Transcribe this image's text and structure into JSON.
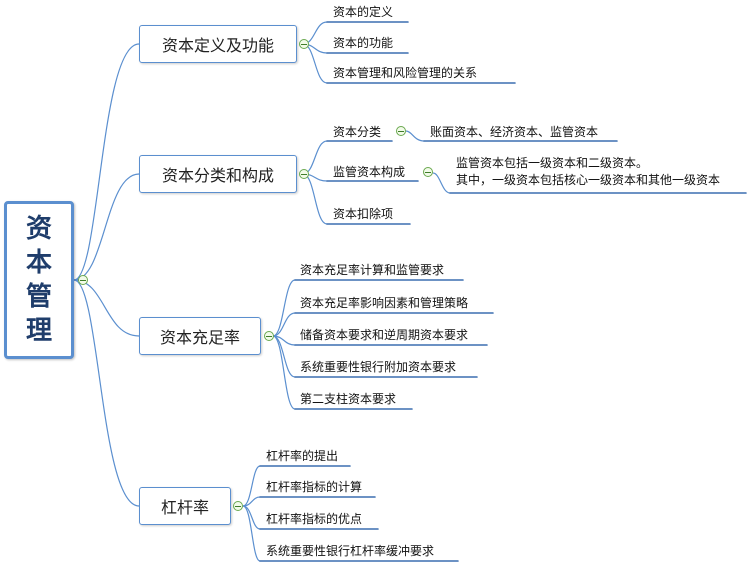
{
  "mindmap": {
    "root": {
      "label": "资本管理"
    },
    "branches": [
      {
        "label": "资本定义及功能",
        "children": [
          {
            "label": "资本的定义"
          },
          {
            "label": "资本的功能"
          },
          {
            "label": "资本管理和风险管理的关系"
          }
        ]
      },
      {
        "label": "资本分类和构成",
        "children": [
          {
            "label": "资本分类",
            "children": [
              {
                "label": "账面资本、经济资本、监管资本"
              }
            ]
          },
          {
            "label": "监管资本构成",
            "children": [
              {
                "label": "监管资本包括一级资本和二级资本。",
                "label2": "其中，一级资本包括核心一级资本和其他一级资本"
              }
            ]
          },
          {
            "label": "资本扣除项"
          }
        ]
      },
      {
        "label": "资本充足率",
        "children": [
          {
            "label": "资本充足率计算和监管要求"
          },
          {
            "label": "资本充足率影响因素和管理策略"
          },
          {
            "label": "储备资本要求和逆周期资本要求"
          },
          {
            "label": "系统重要性银行附加资本要求"
          },
          {
            "label": "第二支柱资本要求"
          }
        ]
      },
      {
        "label": "杠杆率",
        "children": [
          {
            "label": "杠杆率的提出"
          },
          {
            "label": "杠杆率指标的计算"
          },
          {
            "label": "杠杆率指标的优点"
          },
          {
            "label": "系统重要性银行杠杆率缓冲要求"
          }
        ]
      }
    ]
  },
  "colors": {
    "connector": "#5b8fcf",
    "underline": "#3c6fb0",
    "collapse_toggle": "#6aa84f"
  },
  "icons": {
    "collapse": "collapse-minus-icon"
  }
}
